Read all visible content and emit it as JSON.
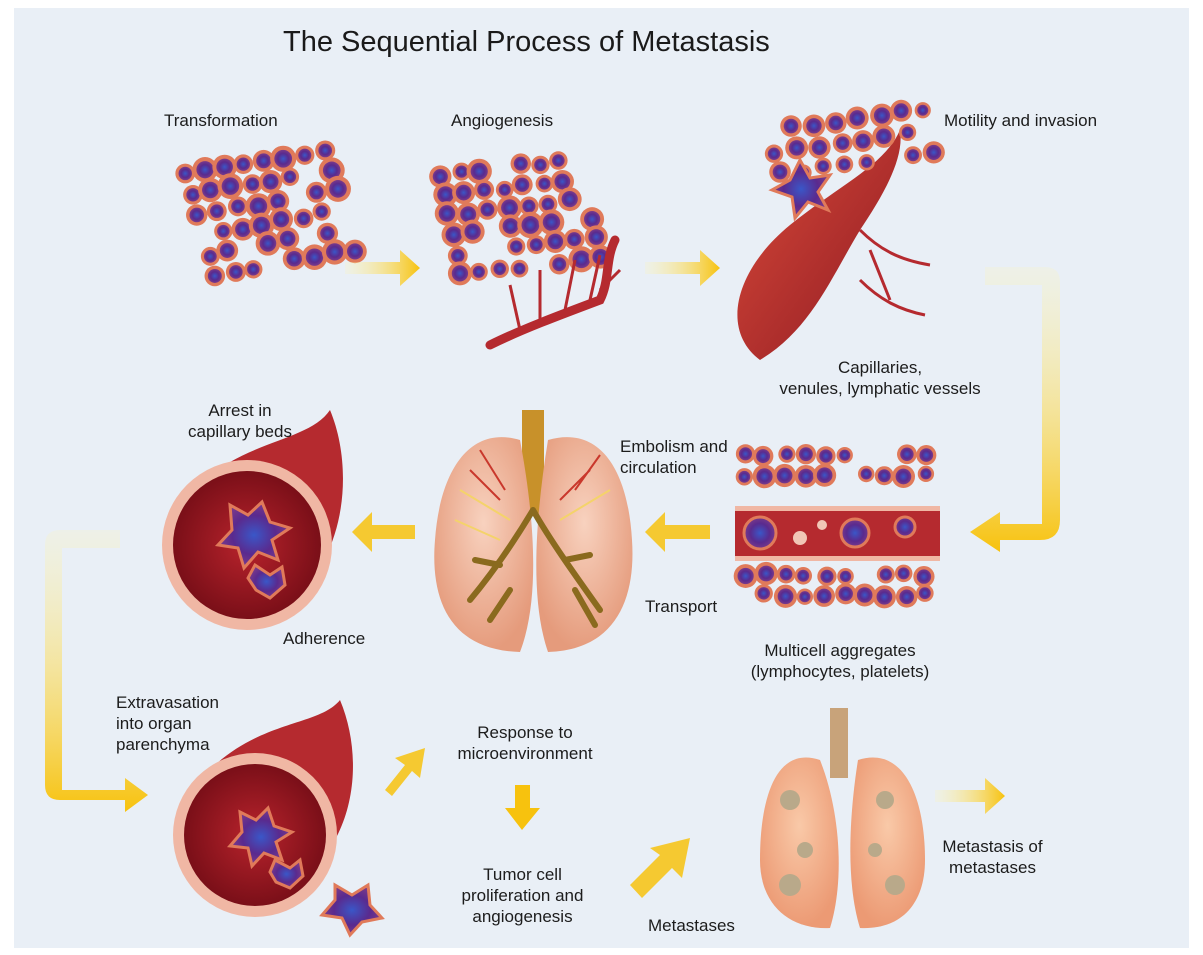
{
  "title": "The Sequential Process of Metastasis",
  "labels": {
    "transformation": "Transformation",
    "angiogenesis": "Angiogenesis",
    "motility": "Motility and invasion",
    "capillaries_1": "Capillaries,",
    "capillaries_2": "venules, lymphatic vessels",
    "arrest_1": "Arrest in",
    "arrest_2": "capillary beds",
    "adherence": "Adherence",
    "embolism_1": "Embolism and",
    "embolism_2": "circulation",
    "transport": "Transport",
    "multicell_1": "Multicell aggregates",
    "multicell_2": "(lymphocytes, platelets)",
    "extravasation_1": "Extravasation",
    "extravasation_2": "into organ",
    "extravasation_3": "parenchyma",
    "response_1": "Response to",
    "response_2": "microenvironment",
    "proliferation_1": "Tumor cell",
    "proliferation_2": "proliferation and",
    "proliferation_3": "angiogenesis",
    "metastases": "Metastases",
    "metmet_1": "Metastasis of",
    "metmet_2": "metastases"
  },
  "colors": {
    "background": "#e9eff6",
    "cell_outer": "#e07a5a",
    "cell_nucleus": "#5b2a8c",
    "vessel": "#b52a2f",
    "arrow": "#f5c518",
    "lung": "#f2b8a0",
    "bronchi": "#8a6a1e"
  }
}
